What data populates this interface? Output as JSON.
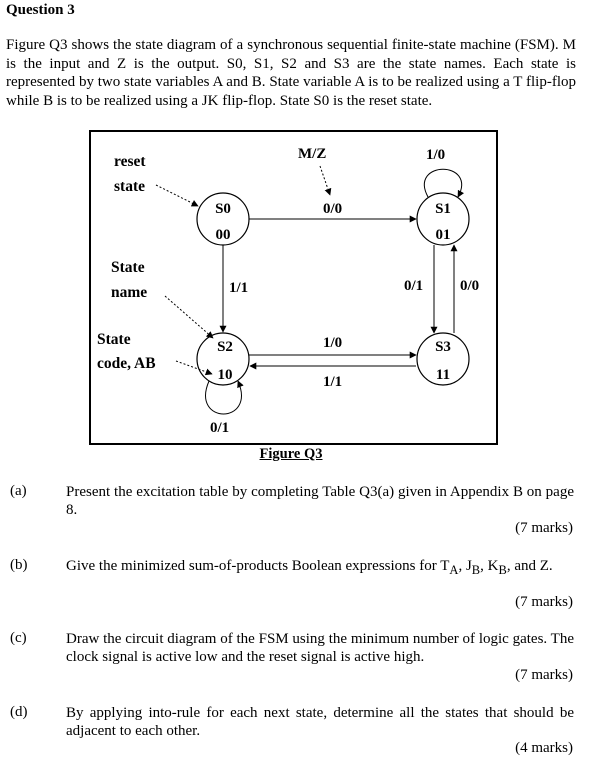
{
  "question_title": "Question 3",
  "intro_text": "Figure Q3 shows the state diagram of a synchronous sequential finite-state machine (FSM). M is the input and Z is the output. S0, S1, S2 and S3 are the state names. Each state is represented by two state variables A and B. State variable A is to be realized using a T flip-flop while B is to be realized using a JK flip-flop. State S0 is the reset state.",
  "diagram": {
    "legend_io": "M/Z",
    "annot_reset_1": "reset",
    "annot_reset_2": "state",
    "annot_name_1": "State",
    "annot_name_2": "name",
    "annot_code_1": "State",
    "annot_code_2": "code, AB",
    "states": {
      "s0": {
        "name": "S0",
        "code": "00"
      },
      "s1": {
        "name": "S1",
        "code": "01"
      },
      "s2": {
        "name": "S2",
        "code": "10"
      },
      "s3": {
        "name": "S3",
        "code": "11"
      }
    },
    "transitions": {
      "s0_s1": "0/0",
      "s1_self": "1/0",
      "s0_s2": "1/1",
      "s1_s3": "0/1",
      "s3_s1": "0/0",
      "s2_s3": "1/0",
      "s3_s2": "1/1",
      "s2_self": "0/1"
    }
  },
  "figure_caption": "Figure Q3",
  "parts": [
    {
      "label": "(a)",
      "text_1": "Present the excitation table by completing Table Q3(a) given in Appendix B on page 8.",
      "marks": "(7 marks)"
    },
    {
      "label": "(b)",
      "text_1": "Give the minimized sum-of-products Boolean expressions for T",
      "sub_a": "A",
      "sep1": ", J",
      "sub_b1": "B",
      "sep2": ", K",
      "sub_b2": "B",
      "text_2": ", and Z.",
      "marks": "(7 marks)"
    },
    {
      "label": "(c)",
      "text_1": "Draw the circuit diagram of the FSM using the minimum number of logic gates. The clock signal is active low and the reset signal is active high.",
      "marks": "(7 marks)"
    },
    {
      "label": "(d)",
      "text_1": "By applying into-rule for each next state, determine all the states that should be adjacent to each other.",
      "marks": "(4 marks)"
    }
  ]
}
